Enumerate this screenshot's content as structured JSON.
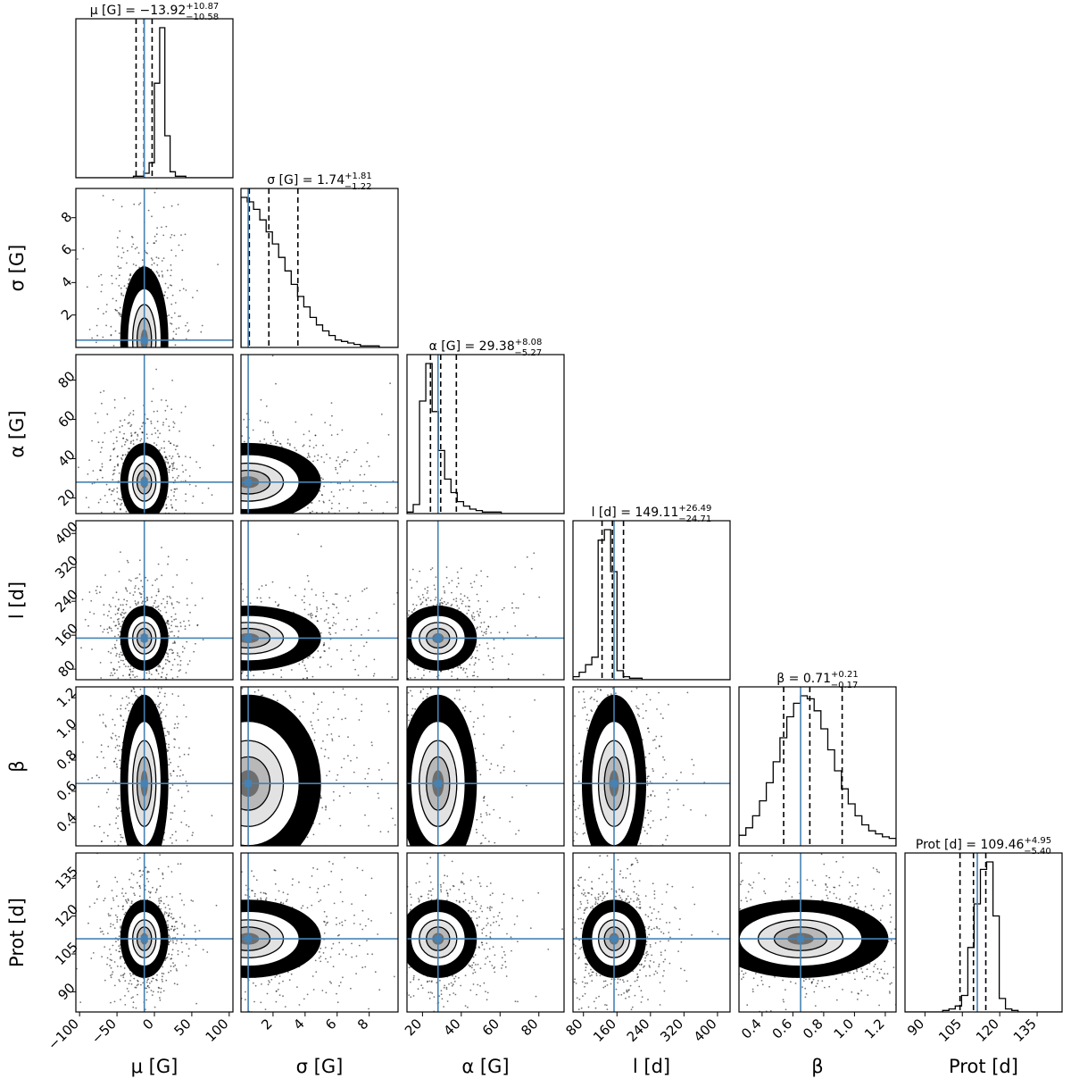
{
  "chart_data": {
    "type": "corner",
    "parameters": [
      {
        "key": "mu",
        "axis_label": "μ [G]",
        "title": "μ [G] = −13.92",
        "err_plus": "+10.87",
        "err_minus": "−10.58",
        "median": -13.92,
        "q_lo": -24.5,
        "q_hi": -3.05,
        "truth": -13.5,
        "range": [
          -105,
          105
        ],
        "ticks": [
          -100,
          -50,
          0,
          50,
          100
        ],
        "tick_labels": [
          "−100",
          "−50",
          "0",
          "50",
          "100"
        ],
        "hist_bins": [
          0,
          0,
          0,
          0,
          0,
          0,
          0,
          0,
          0,
          0,
          0,
          1,
          1,
          3,
          10,
          63,
          100,
          28,
          4,
          1,
          1,
          0,
          0,
          0,
          0,
          0,
          0,
          0,
          0,
          0
        ]
      },
      {
        "key": "sigma",
        "axis_label": "σ [G]",
        "title": "σ [G] = 1.74",
        "err_plus": "+1.81",
        "err_minus": "−1.22",
        "median": 1.74,
        "q_lo": 0.52,
        "q_hi": 3.55,
        "truth": 0.45,
        "range": [
          0,
          9.8
        ],
        "ticks": [
          2,
          4,
          6,
          8
        ],
        "tick_labels": [
          "2",
          "4",
          "6",
          "8"
        ],
        "hist_bins": [
          100,
          97,
          92,
          85,
          77,
          69,
          60,
          51,
          42,
          34,
          27,
          20,
          15,
          11,
          8,
          5,
          4,
          3,
          2,
          1,
          1,
          1,
          0,
          0,
          0
        ]
      },
      {
        "key": "alpha",
        "axis_label": "α [G]",
        "title": "α [G] = 29.38",
        "err_plus": "+8.08",
        "err_minus": "−5.27",
        "median": 29.38,
        "q_lo": 24.11,
        "q_hi": 37.46,
        "truth": 28.0,
        "range": [
          12,
          93
        ],
        "ticks": [
          20,
          40,
          60,
          80
        ],
        "tick_labels": [
          "20",
          "40",
          "60",
          "80"
        ],
        "hist_bins": [
          1,
          6,
          75,
          100,
          68,
          42,
          23,
          14,
          8,
          5,
          3,
          2,
          1,
          1,
          1,
          0,
          0,
          0,
          0,
          0,
          0,
          0,
          0,
          0,
          0
        ]
      },
      {
        "key": "l",
        "axis_label": "l [d]",
        "title": "l [d] = 149.11",
        "err_plus": "+26.49",
        "err_minus": "−24.71",
        "median": 149.11,
        "q_lo": 124.4,
        "q_hi": 175.6,
        "truth": 153.0,
        "range": [
          55,
          430
        ],
        "ticks": [
          80,
          160,
          240,
          320,
          400
        ],
        "tick_labels": [
          "80",
          "160",
          "240",
          "320",
          "400"
        ],
        "hist_bins": [
          2,
          5,
          10,
          15,
          93,
          100,
          72,
          6,
          2,
          1,
          1,
          0,
          0,
          0,
          0,
          0,
          0,
          0,
          0,
          0,
          0,
          0,
          0,
          0,
          0
        ]
      },
      {
        "key": "beta",
        "axis_label": "β",
        "title": "β = 0.71",
        "err_plus": "+0.21",
        "err_minus": "−0.17",
        "median": 0.71,
        "q_lo": 0.54,
        "q_hi": 0.92,
        "truth": 0.65,
        "range": [
          0.25,
          1.27
        ],
        "ticks": [
          0.4,
          0.6,
          0.8,
          1.0,
          1.2
        ],
        "tick_labels": [
          "0.4",
          "0.6",
          "0.8",
          "1.0",
          "1.2"
        ],
        "hist_bins": [
          7,
          12,
          20,
          30,
          42,
          56,
          72,
          86,
          95,
          100,
          98,
          90,
          78,
          64,
          50,
          38,
          28,
          20,
          14,
          10,
          8,
          6,
          5
        ]
      },
      {
        "key": "prot",
        "axis_label": "Prot [d]",
        "title": "Prot [d] = 109.46",
        "err_plus": "+4.95",
        "err_minus": "−5.40",
        "median": 109.46,
        "q_lo": 104.06,
        "q_hi": 114.41,
        "truth": 111.0,
        "range": [
          82,
          145
        ],
        "ticks": [
          90,
          105,
          120,
          135
        ],
        "tick_labels": [
          "90",
          "105",
          "120",
          "135"
        ],
        "hist_bins": [
          0,
          0,
          0,
          0,
          0,
          0,
          1,
          2,
          4,
          11,
          43,
          72,
          95,
          100,
          64,
          9,
          2,
          1,
          0,
          0,
          0,
          0,
          0,
          0,
          0
        ]
      }
    ]
  }
}
